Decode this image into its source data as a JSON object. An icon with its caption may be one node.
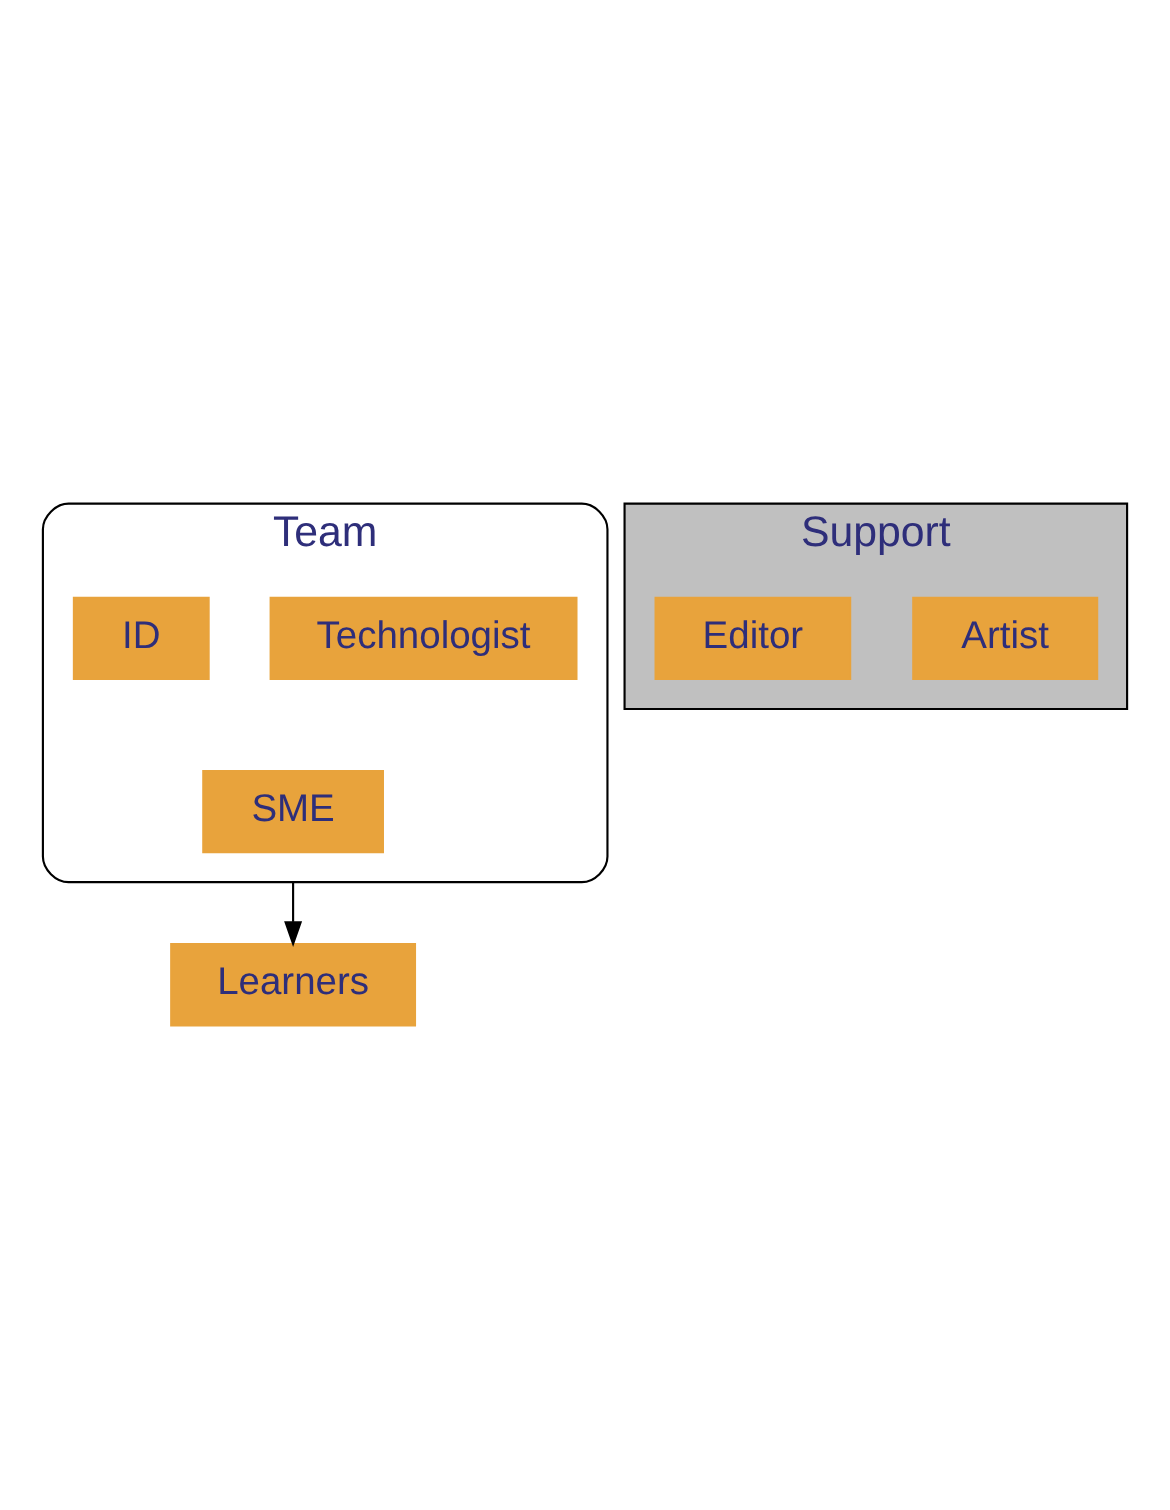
{
  "diagram": {
    "nodes": [
      {
        "text": [
          "Team"
        ]
      },
      {
        "text": [
          "Technologist"
        ],
        "in": 0
      },
      {
        "text": [
          "ID"
        ],
        "in": 0
      },
      {
        "text": [
          "SME"
        ],
        "in": 0
      },
      {
        "text": [
          "Support"
        ]
      },
      {
        "text": [
          "Artist"
        ],
        "in": 4
      },
      {
        "text": [
          "Editor"
        ],
        "in": 4
      },
      {
        "text": [
          "Learners"
        ]
      }
    ],
    "edges": [
      {
        "from": 0,
        "to": 7,
        "arrow": "to"
      }
    ]
  }
}
